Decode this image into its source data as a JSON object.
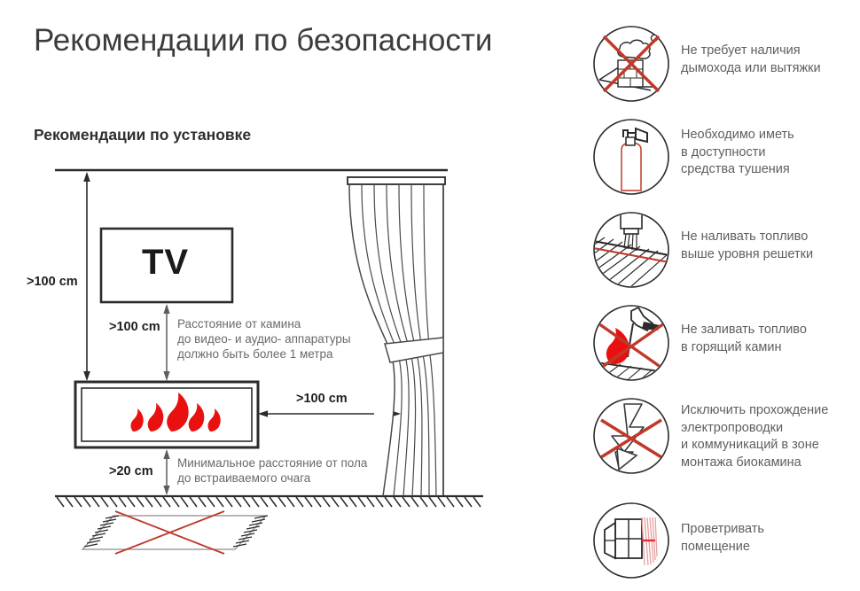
{
  "page": {
    "main_title": "Рекомендации по безопасности",
    "section_title": "Рекомендации по установке",
    "accent_red": "#c0392b",
    "flame_red": "#e8110f",
    "line_dark": "#2b2b2b",
    "text_gray": "#6a6a6a"
  },
  "diagram": {
    "tv_label": "TV",
    "dim_ceiling_to_fireplace": ">100 cm",
    "dim_tv_to_fireplace": ">100 cm",
    "dim_fireplace_to_curtain": ">100 cm",
    "dim_floor_to_fireplace": ">20 cm",
    "note_tv": {
      "line1": "Расстояние от камина",
      "line2": "до видео- и аудио- аппаратуры",
      "line3": "должно быть более 1 метра"
    },
    "note_floor": {
      "line1": "Минимальное расстояние от пола",
      "line2": "до встраиваемого очага"
    }
  },
  "rules": [
    {
      "icon": "no-chimney-icon",
      "text": "Не требует наличия\nдымохода или вытяжки"
    },
    {
      "icon": "fire-extinguisher-icon",
      "text": "Необходимо иметь\nв доступности\nсредства тушения"
    },
    {
      "icon": "no-overfill-grate-icon",
      "text": "Не наливать топливо\nвыше уровня решетки"
    },
    {
      "icon": "no-refuel-burning-icon",
      "text": "Не заливать топливо\nв горящий камин"
    },
    {
      "icon": "no-electric-wiring-icon",
      "text": "Исключить прохождение\nэлектропроводки\nи коммуникаций в зоне\nмонтажа биокамина"
    },
    {
      "icon": "ventilate-room-icon",
      "text": "Проветривать\nпомещение"
    }
  ]
}
